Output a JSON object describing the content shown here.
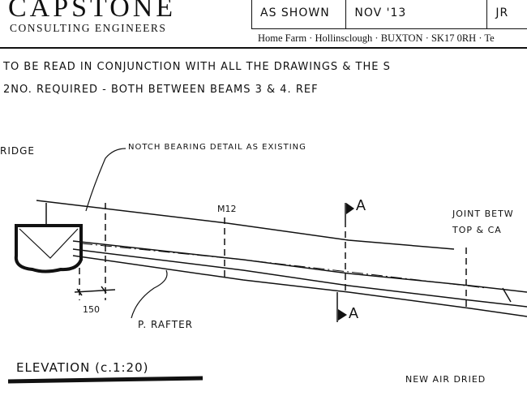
{
  "title_block": {
    "company": "CAPSTONE",
    "tagline": "CONSULTING ENGINEERS",
    "scale": "AS SHOWN",
    "date": "NOV '13",
    "drawn_by": "JR",
    "address": "Home Farm · Hollinsclough · BUXTON · SK17 0RH · Te"
  },
  "notes": [
    "TO BE READ IN CONJUNCTION WITH ALL THE DRAWINGS & THE S",
    "2No. REQUIRED - BOTH BETWEEN BEAMS 3 & 4. REF"
  ],
  "drawing": {
    "ridge_label": "RIDGE",
    "notch_label": "NOTCH BEARING DETAIL AS EXISTING",
    "bolt_label": "M12",
    "section_mark": "A",
    "section_mark_lower": "A",
    "joint_label_1": "JOINT BETW",
    "joint_label_2": "TOP & CA",
    "dimension": "150",
    "rafter_label": "P. RAFTER",
    "view_title": "ELEVATION (c.1:20)",
    "material_label": "NEW AIR DRIED"
  }
}
